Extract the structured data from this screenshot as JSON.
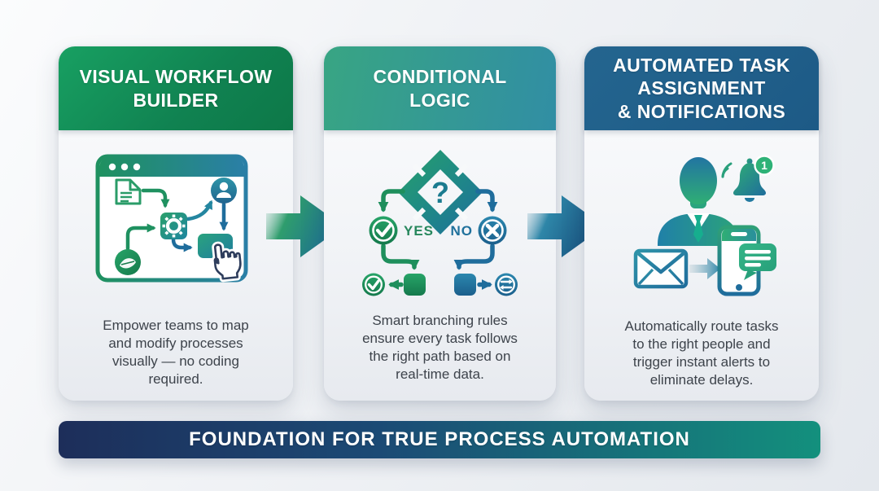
{
  "colors": {
    "green": "#128354",
    "teal": "#2f9d85",
    "blue": "#1e5f8c",
    "navy": "#1d2e5a",
    "footer_teal": "#13907d",
    "body_text": "#3d434b",
    "background": "#eff1f4",
    "white": "#ffffff"
  },
  "cards": [
    {
      "id": "visual-workflow-builder",
      "title_lines": [
        "VISUAL WORKFLOW",
        "BUILDER"
      ],
      "description_lines": [
        "Empower teams to map",
        "and modify processes",
        "visually — no coding",
        "required."
      ]
    },
    {
      "id": "conditional-logic",
      "title_lines": [
        "CONDITIONAL",
        "LOGIC"
      ],
      "description_lines": [
        "Smart branching rules",
        "ensure every task follows",
        "the right path based on",
        "real-time data."
      ],
      "labels": {
        "question": "?",
        "yes": "YES",
        "no": "NO"
      }
    },
    {
      "id": "automated-task-assignment",
      "title_lines": [
        "AUTOMATED TASK",
        "ASSIGNMENT",
        "& NOTIFICATIONS"
      ],
      "description_lines": [
        "Automatically route tasks",
        "to the right people and",
        "trigger instant alerts to",
        "eliminate delays."
      ],
      "badge": "1"
    }
  ],
  "footer": {
    "label": "FOUNDATION FOR TRUE PROCESS AUTOMATION"
  },
  "icons": {
    "card1": [
      "browser-window",
      "document",
      "gear",
      "user",
      "action-node",
      "branch-node",
      "cursor-hand"
    ],
    "card2": [
      "decision-diamond",
      "question-mark",
      "yes-check-circle",
      "no-cross-circle",
      "task-node",
      "check-circle",
      "sync-circle"
    ],
    "card3": [
      "person",
      "bell",
      "notification-badge",
      "envelope",
      "forward-arrow",
      "smartphone",
      "chat-bubble"
    ],
    "connectors": [
      "flow-arrow-right",
      "flow-arrow-right"
    ]
  }
}
